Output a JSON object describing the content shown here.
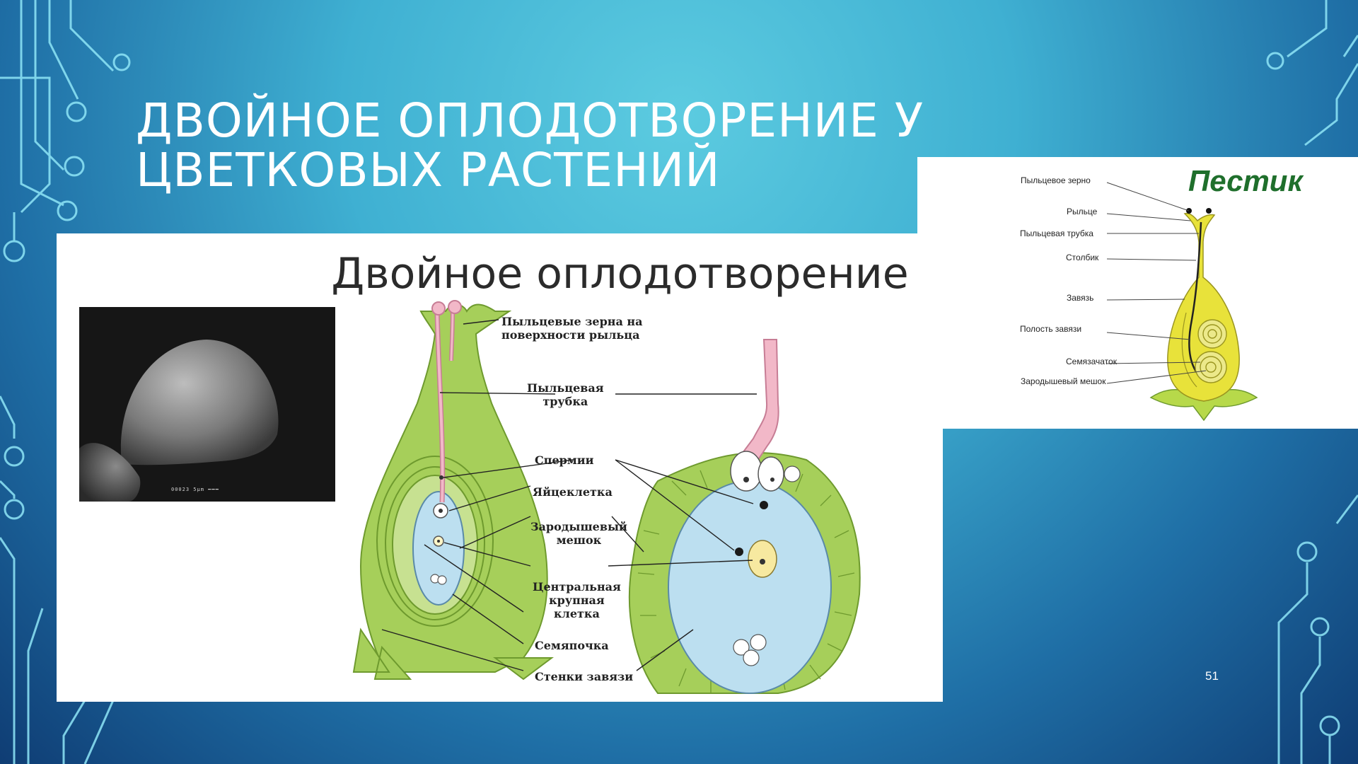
{
  "slide": {
    "title": "ДВОЙНОЕ ОПЛОДОТВОРЕНИЕ У ЦВЕТКОВЫХ РАСТЕНИЙ",
    "page_number": "51"
  },
  "main_figure": {
    "heading": "Двойное оплодотворение",
    "micrograph_scale": "00023    5µm  ━━━",
    "labels": {
      "pollen_grains": "Пыльцевые зерна на\nповерхности рыльца",
      "pollen_tube": "Пыльцевая\nтрубка",
      "sperm": "Спермии",
      "egg_cell": "Яйцеклетка",
      "embryo_sac": "Зародышевый\nмешок",
      "central_cell": "Центральная\nкрупная\nклетка",
      "ovule": "Семяпочка",
      "ovary_walls": "Стенки завязи"
    }
  },
  "pistil_figure": {
    "title": "Пестик",
    "labels": {
      "pollen_grain": "Пыльцевое зерно",
      "stigma": "Рыльце",
      "pollen_tube": "Пыльцевая трубка",
      "style": "Столбик",
      "ovary": "Завязь",
      "ovary_cavity": "Полость завязи",
      "ovule": "Семязачаток",
      "embryo_sac": "Зародышевый мешок"
    }
  },
  "colors": {
    "tissue_green": "#a6cf5a",
    "tissue_dark": "#6e9a2e",
    "sac_blue": "#bcdff0",
    "tube_pink": "#f2b8c8",
    "pistil_yellow": "#e8e23a",
    "pistil_title": "#1f6f2c"
  }
}
